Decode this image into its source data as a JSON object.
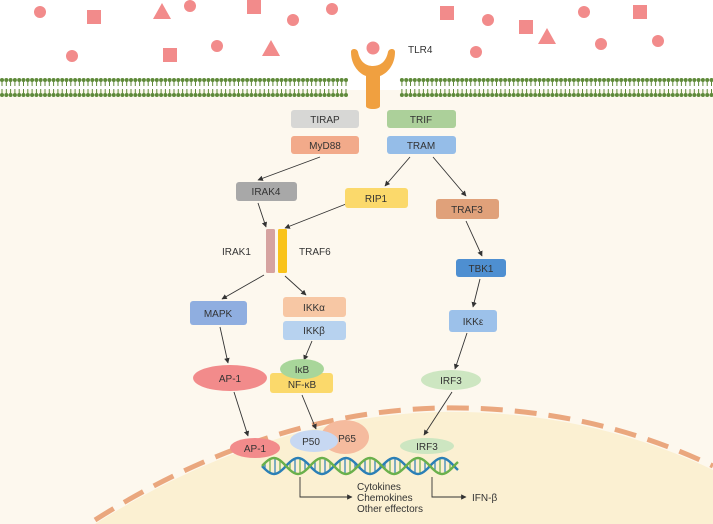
{
  "receptor": {
    "label": "TLR4"
  },
  "nodes": {
    "tirap": "TIRAP",
    "myd88": "MyD88",
    "trif": "TRIF",
    "tram": "TRAM",
    "irak4": "IRAK4",
    "rip1": "RIP1",
    "traf3": "TRAF3",
    "irak1": "IRAK1",
    "traf6": "TRAF6",
    "tbk1": "TBK1",
    "mapk": "MAPK",
    "ikka": "IKKα",
    "ikkb": "IKKβ",
    "ikke": "IKKε",
    "ap1_cyto": "AP-1",
    "ikappab": "IκB",
    "nfkb": "NF-κB",
    "irf3_cyto": "IRF3",
    "ap1_nuc": "AP-1",
    "p50": "P50",
    "p65": "P65",
    "irf3_nuc": "IRF3"
  },
  "outputs": {
    "cytokines": "Cytokines",
    "chemokines": "Chemokines",
    "other": "Other effectors",
    "ifnb": "IFN-β"
  },
  "colors": {
    "ligand": "#f28b8b",
    "tlr4": "#f0a040",
    "membrane": "#5f8a3a",
    "cytoplasm": "#fdf8ee",
    "nucleus": "#fbf0d2",
    "nuclear_envelope": "#eaa77e",
    "tirap": "#d7d7d5",
    "myd88": "#f2aa8a",
    "trif": "#acd09a",
    "tram": "#95bde8",
    "irak4": "#a8a8a8",
    "rip1": "#fbd96b",
    "traf3": "#e0a17a",
    "irak1": "#d6a3a0",
    "traf6": "#f9c31a",
    "tbk1": "#4e8fd1",
    "mapk": "#8faee0",
    "ikka": "#f7c7a4",
    "ikkb": "#b7d2ef",
    "ikke": "#9cc1ea",
    "ap1": "#f28b8b",
    "ikappab": "#a8d69a",
    "nfkb": "#fbd96b",
    "irf3": "#cde6c1",
    "p50": "#c7d8f2",
    "p65": "#f5bb9e",
    "dna_a": "#2b7fb6",
    "dna_b": "#6ab04c"
  }
}
